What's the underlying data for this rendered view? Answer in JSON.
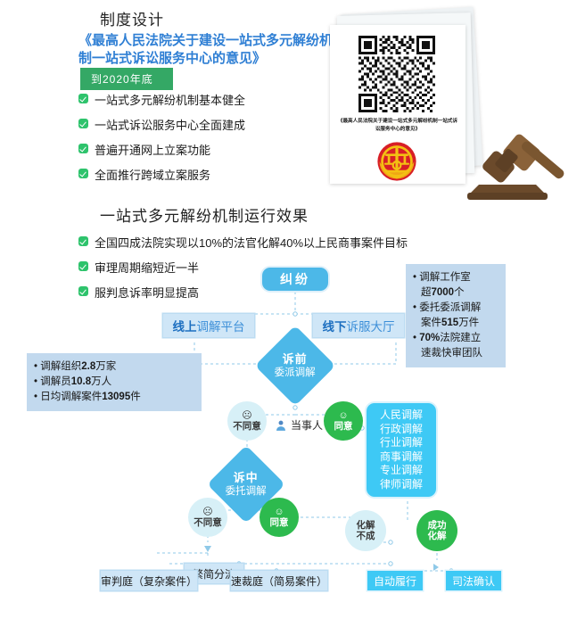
{
  "section1": {
    "title": "制度设计",
    "doc_title": "《最高人民法院关于建设一站式多元解纷机制一站式诉讼服务中心的意见》",
    "deadline_badge": "到2020年底",
    "bullets": [
      "一站式多元解纷机制基本健全",
      "一站式诉讼服务中心全面建成",
      "普遍开通网上立案功能",
      "全面推行跨域立案服务"
    ],
    "document_caption": "《最高人民法院关于建设一站式多元解纷机制一站式诉讼服务中心的意见》"
  },
  "section2": {
    "title": "一站式多元解纷机制运行效果",
    "bullets": [
      "全国四成法院实现以10%的法官化解40%以上民商事案件目标",
      "审理周期缩短近一半",
      "服判息诉率明显提高"
    ]
  },
  "flow": {
    "dispute": "纠纷",
    "online_platform_strong": "线上",
    "online_platform_rest": "调解平台",
    "offline_hall_strong": "线下",
    "offline_hall_rest": "诉服大厅",
    "prelitigation_line1": "诉前",
    "prelitigation_line2": "委派调解",
    "inlitigation_line1": "诉中",
    "inlitigation_line2": "委托调解",
    "party": "当事人",
    "disagree": "不同意",
    "agree": "同意",
    "mediation_types": [
      "人民调解",
      "行政调解",
      "行业调解",
      "商事调解",
      "专业调解",
      "律师调解"
    ],
    "not_resolved_line1": "化解",
    "not_resolved_line2": "不成",
    "resolved_line1": "成功",
    "resolved_line2": "化解",
    "auto_perform": "自动履行",
    "judicial_confirm": "司法确认",
    "case_triage": "繁简分流",
    "trial_court": "审判庭（复杂案件）",
    "fast_court": "速裁庭（简易案件）"
  },
  "stats_left": [
    {
      "pre": "调解组织",
      "num": "2.8",
      "post": "万家"
    },
    {
      "pre": "调解员",
      "num": "10.8",
      "post": "万人"
    },
    {
      "pre": "日均调解案件",
      "num": "13095",
      "post": "件"
    }
  ],
  "stats_right": [
    {
      "line1_pre": "调解工作室",
      "line2_pre": "超",
      "num": "7000",
      "post": "个"
    },
    {
      "line1_pre": "委托委派调解",
      "line2_pre": "案件",
      "num": "515",
      "post": "万件"
    },
    {
      "line1_num": "70%",
      "line1_post": "法院建立",
      "line2": "速裁快审团队"
    }
  ],
  "colors": {
    "accent_blue": "#4cb8e8",
    "light_blue": "#cfe6f7",
    "stat_blue": "#c2d9ee",
    "green": "#2dba4e",
    "badge_green": "#34a865",
    "title_blue": "#2f7fd4"
  }
}
